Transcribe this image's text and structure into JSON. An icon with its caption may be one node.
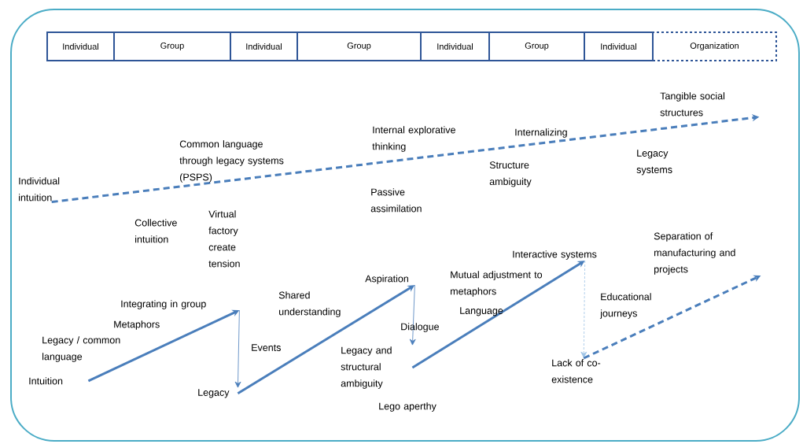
{
  "diagram": {
    "nodes": [
      {
        "text": [
          "Individual"
        ]
      },
      {
        "text": [
          "Group"
        ]
      },
      {
        "text": [
          "Individual"
        ]
      },
      {
        "text": [
          "Group"
        ]
      },
      {
        "text": [
          "Individual"
        ]
      },
      {
        "text": [
          "Group"
        ]
      },
      {
        "text": [
          "Individual"
        ]
      },
      {
        "text": [
          "Organization"
        ]
      },
      {
        "text": [
          "Individual intuition"
        ]
      },
      {
        "text": [
          "Tangible social structures"
        ]
      },
      {
        "text": [
          "Intuition"
        ]
      },
      {
        "text": [
          "Integrating in group"
        ]
      },
      {
        "text": [
          "Legacy"
        ]
      },
      {
        "text": [
          "Aspiration"
        ]
      },
      {
        "text": [
          "Legacy and structural ambiguity"
        ]
      },
      {
        "text": [
          "Interactive systems"
        ]
      },
      {
        "text": [
          "Lack of co-existence"
        ]
      },
      {
        "text": [
          "Separation of manufacturing and projects"
        ]
      }
    ],
    "edges": [
      {
        "from": 8,
        "to": 9,
        "arrow": "to",
        "style": "dashed"
      },
      {
        "from": 10,
        "to": 11,
        "arrow": "to"
      },
      {
        "from": 11,
        "to": 12,
        "arrow": "to"
      },
      {
        "from": 12,
        "to": 13,
        "arrow": "to"
      },
      {
        "from": 13,
        "to": 14,
        "arrow": "to"
      },
      {
        "from": 14,
        "to": 15,
        "arrow": "to"
      },
      {
        "from": 15,
        "to": 16,
        "arrow": "to",
        "style": "dashed",
        "color": "#9dc3e6"
      },
      {
        "from": 16,
        "to": 17,
        "arrow": "to",
        "style": "dashed"
      }
    ],
    "labels": [
      "Internal explorative thinking",
      "Internalizing",
      "Common language through legacy systems (PSPS)",
      "Legacy systems",
      "Structure ambiguity",
      "Passive assimilation",
      "Virtual factory create tension",
      "Collective intuition",
      "Mutual adjustment to metaphors",
      "Shared understanding",
      "Educational journeys",
      "Metaphors",
      "Language",
      "Dialogue",
      "Legacy / common language",
      "Events",
      "Lego aperthy"
    ]
  }
}
